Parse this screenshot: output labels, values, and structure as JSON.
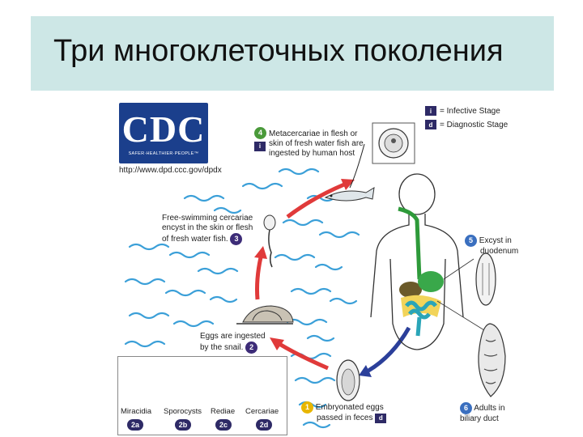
{
  "title": "Три многоклеточных поколения",
  "logo": {
    "text": "CDC",
    "tagline": "SAFER·HEALTHIER·PEOPLE™"
  },
  "url": "http://www.dpd.ccc.gov/dpdx",
  "legend": {
    "infective": {
      "symbol": "i",
      "text": "= Infective Stage"
    },
    "diagnostic": {
      "symbol": "d",
      "text": "= Diagnostic Stage"
    }
  },
  "steps": {
    "s1": {
      "num": "1",
      "lines": [
        "Embryonated eggs",
        "passed in feces"
      ],
      "symbol": "d"
    },
    "s2": {
      "num": "2",
      "lines": [
        "Eggs are ingested",
        "by the snail."
      ]
    },
    "s3": {
      "num": "3",
      "lines": [
        "Free-swimming cercariae",
        "encyst in the skin or flesh",
        "of fresh water fish."
      ]
    },
    "s4": {
      "num": "4",
      "lines": [
        "Metacercariae in flesh or",
        "skin of fresh water fish are",
        "ingested by human host"
      ],
      "symbol": "i"
    },
    "s5": {
      "num": "5",
      "lines": [
        "Excyst in",
        "duodenum"
      ]
    },
    "s6": {
      "num": "6",
      "lines": [
        "Adults in",
        "biliary duct"
      ]
    }
  },
  "stages": [
    {
      "label": "Miracidia",
      "num": "2a"
    },
    {
      "label": "Sporocysts",
      "num": "2b"
    },
    {
      "label": "Rediae",
      "num": "2c"
    },
    {
      "label": "Cercariae",
      "num": "2d"
    }
  ]
}
